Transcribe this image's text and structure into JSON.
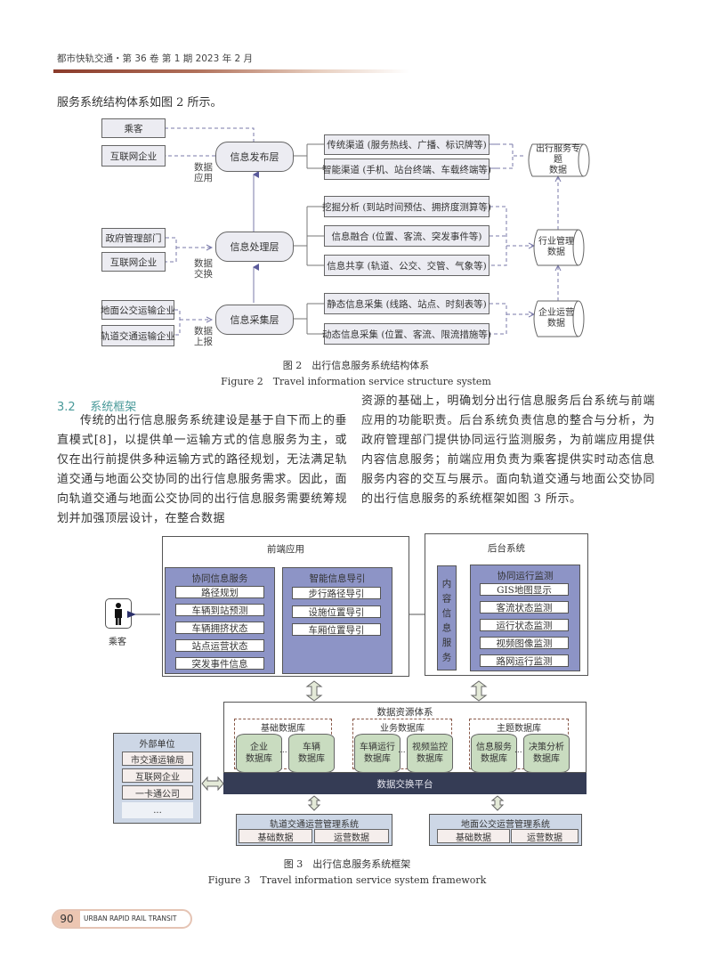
{
  "header": {
    "journal_line": "都市快轨交通・第 36 卷 第 1 期 2023 年 2 月"
  },
  "intro_text": "服务系统结构体系如图 2 所示。",
  "figure2": {
    "left_top": [
      "乘客",
      "互联网企业"
    ],
    "left_mid": [
      "政府管理部门",
      "互联网企业"
    ],
    "left_bot": [
      "地面公交运输企业",
      "轨道交通运输企业"
    ],
    "side_labels": {
      "top": [
        "数据",
        "应用"
      ],
      "mid": [
        "数据",
        "交换"
      ],
      "bot": [
        "数据",
        "上报"
      ]
    },
    "layers": [
      "信息发布层",
      "信息处理层",
      "信息采集层"
    ],
    "right_boxes": [
      "传统渠道 (服务热线、广播、标识牌等)",
      "智能渠道 (手机、站台终端、车载终端等)",
      "挖掘分析 (到站时间预估、拥挤度测算等)",
      "信息融合 (位置、客流、突发事件等)",
      "信息共享 (轨道、公交、交管、气象等)",
      "静态信息采集 (线路、站点、时刻表等)",
      "动态信息采集 (位置、客流、限流措施等)"
    ],
    "cylinders": [
      [
        "出行服务专题",
        "数据"
      ],
      [
        "行业管理",
        "数据"
      ],
      [
        "企业运营",
        "数据"
      ]
    ],
    "caption_cn": "图 2　出行信息服务系统结构体系",
    "caption_en": "Figure 2　Travel information service structure system"
  },
  "section": {
    "number": "3.2",
    "title": "系统框架",
    "left_paragraph": "传统的出行信息服务系统建设是基于自下而上的垂直模式[8]，以提供单一运输方式的信息服务为主，或仅在出行前提供多种运输方式的路径规划，无法满足轨道交通与地面公交协同的出行信息服务需求。因此，面向轨道交通与地面公交协同的出行信息服务需要统筹规划并加强顶层设计，在整合数据",
    "right_paragraph": "资源的基础上，明确划分出行信息服务后台系统与前端应用的功能职责。后台系统负责信息的整合与分析，为政府管理部门提供协同运行监测服务，为前端应用提供内容信息服务；前端应用负责为乘客提供实时动态信息服务内容的交互与展示。面向轨道交通与地面公交协同的出行信息服务的系统框架如图 3 所示。"
  },
  "figure3": {
    "passenger_label": "乘客",
    "frontend": {
      "title": "前端应用",
      "coop": {
        "title": "协同信息服务",
        "items": [
          "路径规划",
          "车辆到站预测",
          "车辆拥挤状态",
          "站点运营状态",
          "突发事件信息"
        ]
      },
      "smart": {
        "title": "智能信息导引",
        "items": [
          "步行路径导引",
          "设施位置导引",
          "车厢位置导引"
        ]
      }
    },
    "backend": {
      "title": "后台系统",
      "content_service": "内容信息服务",
      "monitor": {
        "title": "协同运行监测",
        "items": [
          "GIS地图显示",
          "客流状态监测",
          "运行状态监测",
          "视频图像监测",
          "路网运行监测"
        ]
      }
    },
    "data_resource": {
      "title": "数据资源体系",
      "groups": [
        {
          "title": "基础数据库",
          "dbs": [
            [
              "企业",
              "数据库"
            ],
            [
              "车辆",
              "数据库"
            ]
          ]
        },
        {
          "title": "业务数据库",
          "dbs": [
            [
              "车辆运行",
              "数据库"
            ],
            [
              "视频监控",
              "数据库"
            ]
          ]
        },
        {
          "title": "主题数据库",
          "dbs": [
            [
              "信息服务",
              "数据库"
            ],
            [
              "决策分析",
              "数据库"
            ]
          ]
        }
      ],
      "ellipsis": "...",
      "exchange_platform": "数据交换平台"
    },
    "external": {
      "title": "外部单位",
      "items": [
        "市交通运输局",
        "互联网企业",
        "一卡通公司",
        "..."
      ]
    },
    "rail_system": {
      "title": "轨道交通运营管理系统",
      "items": [
        "基础数据",
        "运营数据"
      ]
    },
    "bus_system": {
      "title": "地面公交运营管理系统",
      "items": [
        "基础数据",
        "运营数据"
      ]
    },
    "caption_cn": "图 3　出行信息服务系统框架",
    "caption_en": "Figure 3　Travel information service system framework"
  },
  "footer": {
    "page_number": "90",
    "journal_en": "URBAN RAPID RAIL TRANSIT"
  }
}
